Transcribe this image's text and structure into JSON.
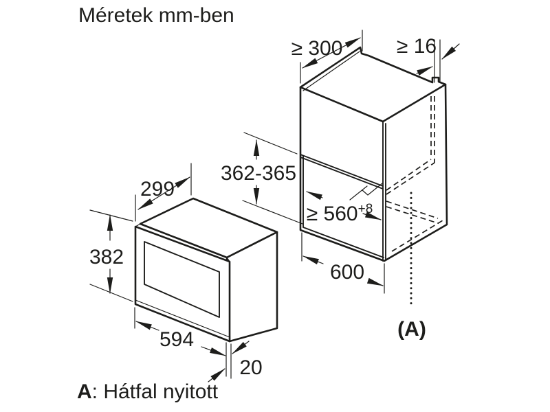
{
  "title": "Méretek mm-ben",
  "footnote": {
    "prefix": "A",
    "text": ": Hátfal nyitott"
  },
  "drawing": {
    "type": "technical-dimension-diagram",
    "units": "mm",
    "appliance": {
      "front_width": "594",
      "front_height": "382",
      "top_depth": "299",
      "door_protrusion": "20"
    },
    "installation_niche": {
      "top_clearance": "≥ 300",
      "side_wall_thickness": "≥ 16",
      "niche_height": "362-365",
      "niche_width": "≥ 560",
      "niche_width_tolerance": "+8",
      "cabinet_width": "600",
      "open_back_marker": "(A)"
    }
  }
}
